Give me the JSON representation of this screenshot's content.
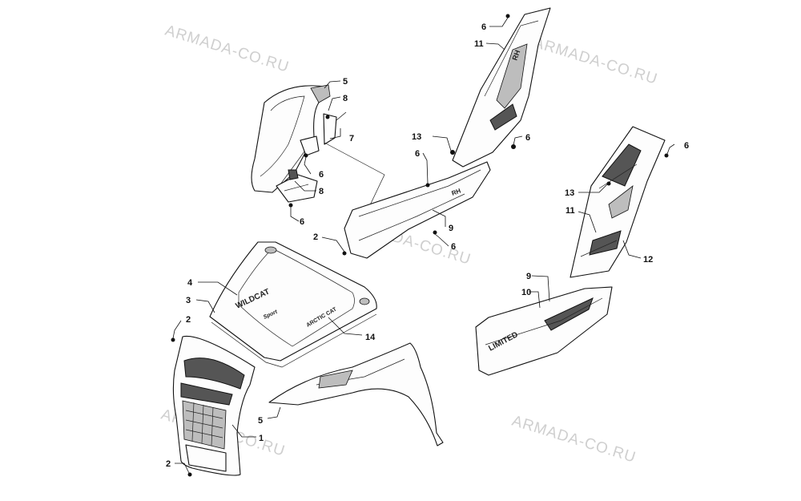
{
  "watermark": "ARMADA-CO.RU",
  "callouts": {
    "c1": "1",
    "c2a": "2",
    "c2b": "2",
    "c2c": "2",
    "c3": "3",
    "c4": "4",
    "c5a": "5",
    "c5b": "5",
    "c6a": "6",
    "c6b": "6",
    "c6c": "6",
    "c6d": "6",
    "c6e": "6",
    "c6f": "6",
    "c6g": "6",
    "c7": "7",
    "c8a": "8",
    "c8b": "8",
    "c9a": "9",
    "c9b": "9",
    "c10": "10",
    "c11a": "11",
    "c11b": "11",
    "c12": "12",
    "c13a": "13",
    "c13b": "13",
    "c14": "14"
  },
  "decals": {
    "hood_brand": "WILDCAT",
    "hood_sub": "Sport",
    "hood_maker": "ARCTIC CAT",
    "panel_rh": "RH",
    "limited": "LIMITED"
  }
}
